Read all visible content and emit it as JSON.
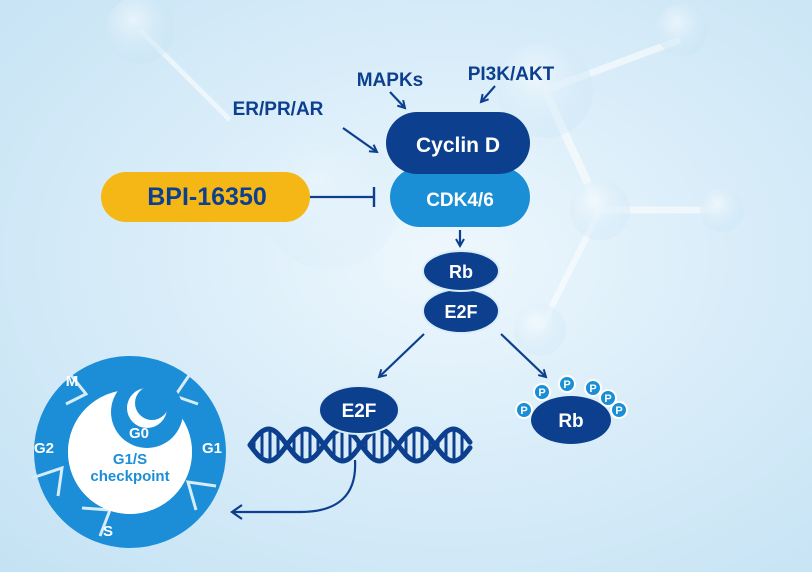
{
  "diagram": {
    "upstream": {
      "mapks": "MAPKs",
      "pi3k": "PI3K/AKT",
      "erprar": "ER/PR/AR"
    },
    "complex": {
      "cyclin": "Cyclin D",
      "cdk": "CDK4/6"
    },
    "drug": "BPI-16350",
    "rb_complex": {
      "rb": "Rb",
      "e2f": "E2F"
    },
    "released_e2f": "E2F",
    "phospho": {
      "rb": "Rb",
      "p": "P"
    },
    "cell_cycle": {
      "m": "M",
      "g0": "G0",
      "g1": "G1",
      "g2": "G2",
      "s": "S",
      "checkpoint_line1": "G1/S",
      "checkpoint_line2": "checkpoint"
    },
    "colors": {
      "dark_blue": "#0d3f8f",
      "mid_blue": "#1a8fd6",
      "cycle_blue": "#1c8ed8",
      "drug_yellow": "#f5b716",
      "phospho_blue": "#1a8fd6"
    }
  }
}
